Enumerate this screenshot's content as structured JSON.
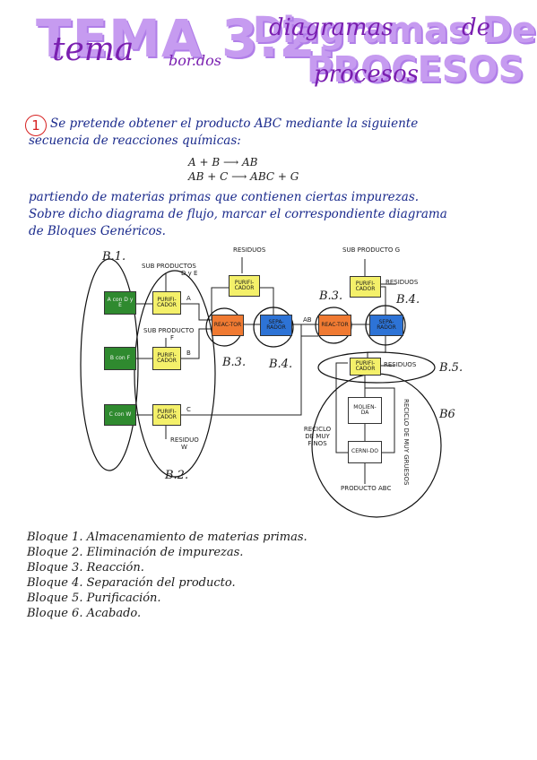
{
  "title": {
    "main": "TEMA 3.2.",
    "overlay_handwritten": "tema",
    "overlay_small": "bor.dos",
    "sub_top": "Diagramas De",
    "sub_bottom": "PROCESOS",
    "sub_top_overlay": "diagramas",
    "sub_top_overlay2": "de",
    "sub_bottom_overlay": "procesos"
  },
  "problem": {
    "number": "1",
    "line1": "Se pretende obtener el producto ABC mediante la siguiente",
    "line2": "secuencia de reacciones químicas:",
    "reaction1": "A + B ⟶ AB",
    "reaction2": "AB + C ⟶ ABC + G",
    "line3": "partiendo de materias primas que contienen ciertas impurezas.",
    "line4": "Sobre dicho diagrama de flujo, marcar el correspondiente diagrama",
    "line5": "de Bloques Genéricos."
  },
  "diagram": {
    "residuos_top_left": "RESIDUOS",
    "sub_productos_dye": "SUB PRODUCTOS",
    "dye": "D y E",
    "sub_producto_f": "SUB PRODUCTO",
    "f": "F",
    "residuo_w": "RESIDUO",
    "w": "W",
    "sub_producto_g": "SUB PRODUCTO G",
    "residuos_right": "RESIDUOS",
    "residuos_mid": "RESIDUOS",
    "reciclo_finos": "RECICLO DE MUY FINOS",
    "reciclo_gruesos": "RECICLO DE MUY GRUESOS",
    "producto_abc": "PRODUCTO ABC",
    "line_a": "A",
    "line_b": "B",
    "line_c": "C",
    "line_ab": "AB",
    "boxes": {
      "green1": "A con D y E",
      "green2": "B con F",
      "green3": "C con W",
      "purif1": "PURIFI-CADOR",
      "purif2": "PURIFI-CADOR",
      "purif3": "PURIFI-CADOR",
      "purif_top": "PURIFI-CADOR",
      "reactor1": "REAC-TOR",
      "separador1": "SEPA-RADOR",
      "reactor2": "REAC-TOR",
      "separador2": "SEPA-RADOR",
      "purif_top2": "PURIFI-CADOR",
      "purif_mid": "PURIFI-CADOR",
      "molienda": "MOLIEN-DA",
      "cernido": "CERNI-DO"
    },
    "block_labels": {
      "b1": "B.1.",
      "b2": "B.2.",
      "b3a": "B.3.",
      "b4a": "B.4.",
      "b3b": "B.3.",
      "b4b": "B.4.",
      "b5": "B.5.",
      "b6": "B6"
    }
  },
  "footer": {
    "l1": "Bloque 1. Almacenamiento de materias primas.",
    "l2": "Bloque 2. Eliminación de impurezas.",
    "l3": "Bloque 3. Reacción.",
    "l4": "Bloque 4. Separación del producto.",
    "l5": "Bloque 5. Purificación.",
    "l6": "Bloque 6. Acabado."
  }
}
